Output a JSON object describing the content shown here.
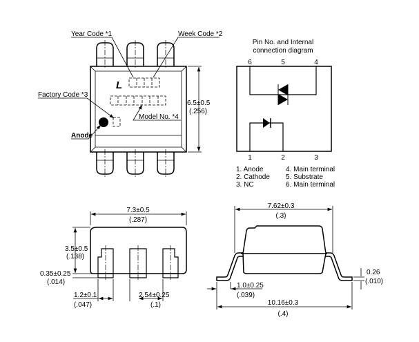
{
  "top_view": {
    "year_code": "Year Code *1",
    "week_code": "Week Code *2",
    "logo": "L",
    "factory_code": "Factory Code *3",
    "model_no": "Model No. *4",
    "anode": "Anode",
    "height_mm": "6.5±0.5",
    "height_in": "(.256)"
  },
  "schematic": {
    "title_line1": "Pin No. and Internal",
    "title_line2": "connection diagram",
    "top_pins": [
      "6",
      "5",
      "4"
    ],
    "bottom_pins": [
      "1",
      "2",
      "3"
    ],
    "legend": [
      "1. Anode",
      "2. Cathode",
      "3. NC",
      "4. Main terminal",
      "5. Substrate",
      "6. Main terminal"
    ]
  },
  "front_view": {
    "width_mm": "7.3±0.5",
    "width_in": "(.287)",
    "height_mm": "3.5±0.5",
    "height_in": "(.138)",
    "standoff_mm": "0.35±0.25",
    "standoff_in": "(.014)",
    "pin_w_mm": "1.2±0.1",
    "pin_w_in": "(.047)",
    "pitch_mm": "2.54±0.25",
    "pitch_in": "(.1)"
  },
  "side_view": {
    "body_mm": "7.62±0.3",
    "body_in": "(.3)",
    "lead_mm": "1.0±0.25",
    "lead_in": "(.039)",
    "total_mm": "10.16±0.3",
    "total_in": "(.4)",
    "thick_mm": "0.26",
    "thick_in": "(.010)"
  }
}
